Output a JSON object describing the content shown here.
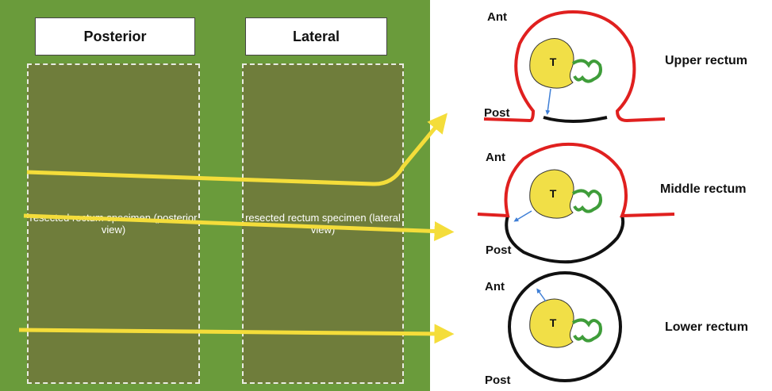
{
  "photo": {
    "labels": [
      "Posterior",
      "Lateral"
    ],
    "specimen_placeholders": [
      "resected rectum specimen (posterior view)",
      "resected rectum specimen (lateral view)"
    ]
  },
  "diagrams": [
    {
      "ant": "Ant",
      "post": "Post",
      "tumor": "T",
      "level": "Upper rectum"
    },
    {
      "ant": "Ant",
      "post": "Post",
      "tumor": "T",
      "level": "Middle rectum"
    },
    {
      "ant": "Ant",
      "post": "Post",
      "tumor": "T",
      "level": "Lower rectum"
    }
  ],
  "colors": {
    "background_photo": "#6a9b3b",
    "peritoneum": "#e0201f",
    "wall": "#111111",
    "tumor": "#f1df47",
    "node": "#3f9d3a",
    "arrow": "#f4dd3a",
    "margin_arrow": "#3f7fd6"
  }
}
